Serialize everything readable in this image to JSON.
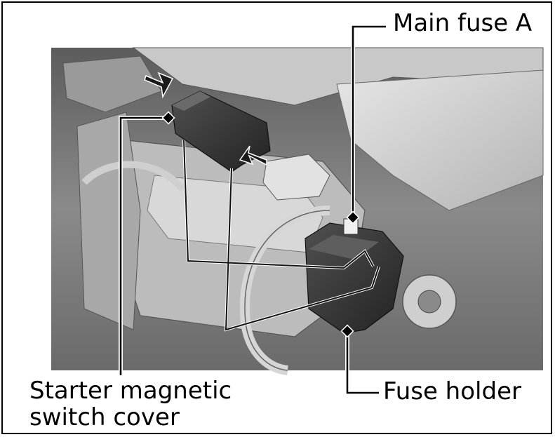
{
  "labels": {
    "main_fuse": "Main fuse A",
    "fuse_holder": "Fuse holder",
    "starter_line1": "Starter magnetic",
    "starter_line2": "switch cover"
  }
}
